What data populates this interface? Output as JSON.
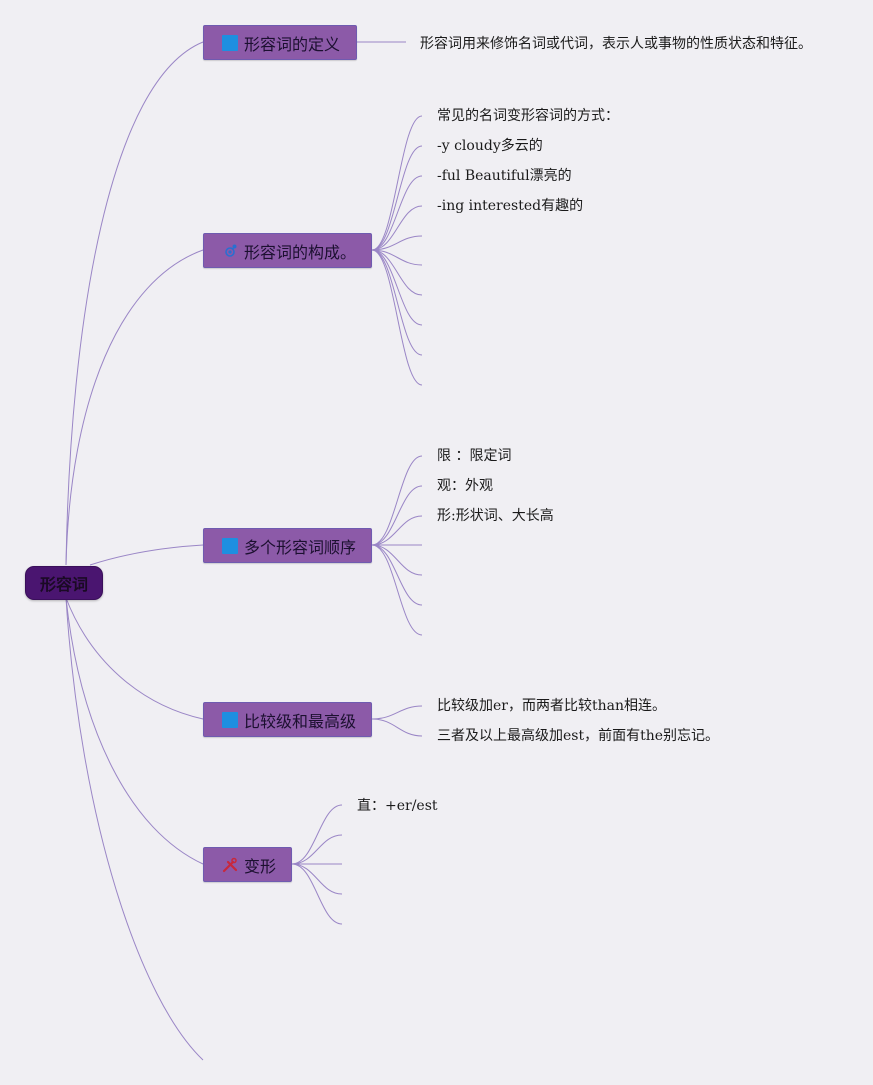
{
  "mindmap": {
    "root": {
      "label": "形容词"
    },
    "branches": [
      {
        "label": "形容词的定义",
        "icon": "blue-square-icon",
        "children": [
          "形容词用来修饰名词或代词，表示人或事物的性质状态和特征。"
        ]
      },
      {
        "label": "形容词的构成。",
        "icon": "molecule-icon",
        "children": [
          "常见的名词变形容词的方式：",
          "-y cloudy多云的",
          "-ful Beautiful漂亮的",
          "-ing interested有趣的",
          "",
          "",
          "",
          "",
          "",
          ""
        ]
      },
      {
        "label": "多个形容词顺序",
        "icon": "blue-square-icon",
        "children": [
          "限 ：限定词",
          "观：外观",
          "形:形状词、大长高",
          "",
          "",
          "",
          ""
        ]
      },
      {
        "label": "比较级和最高级",
        "icon": "blue-square-icon",
        "children": [
          "比较级加er，而两者比较than相连。",
          "三者及以上最高级加est，前面有the别忘记。"
        ]
      },
      {
        "label": "变形",
        "icon": "tools-icon",
        "children": [
          "直：+er/est",
          "",
          "",
          "",
          ""
        ]
      }
    ]
  },
  "colors": {
    "background": "#f0eff3",
    "root_fill": "#4a1570",
    "branch_fill": "#8c5aa8",
    "branch_border": "#6f5bb0",
    "connector": "#9a86c6",
    "icon_blue": "#1e8fe0",
    "icon_red": "#c8283c"
  }
}
